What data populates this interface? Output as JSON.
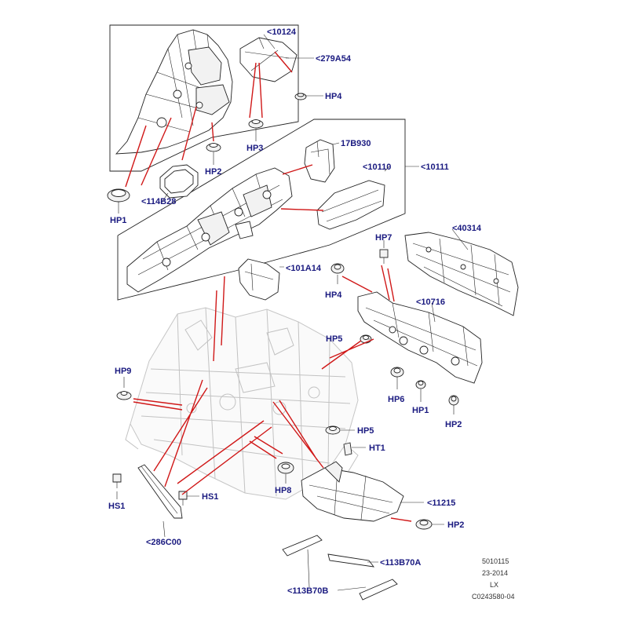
{
  "colors": {
    "label": "#1a1a80",
    "callout_line": "#d01818",
    "ghost_body": "#c2c2c2",
    "part_outline": "#222222"
  },
  "labels": {
    "p10124": "<10124",
    "p279A54": "<279A54",
    "hp4_top": "HP4",
    "hp3": "HP3",
    "hp2_top": "HP2",
    "p114B28": "<114B28",
    "hp1_top": "HP1",
    "p17B930": "17B930",
    "p10110": "<10110",
    "p10111": "<10111",
    "hp7": "HP7",
    "p40314": "<40314",
    "p101A14": "<101A14",
    "hp4_mid": "HP4",
    "p10716": "<10716",
    "hp5_mid": "HP5",
    "hp9": "HP9",
    "hp6": "HP6",
    "hp1_mid": "HP1",
    "hp2_mid": "HP2",
    "hp5_low": "HP5",
    "ht1": "HT1",
    "hs1_left": "HS1",
    "hs1_right": "HS1",
    "hp8": "HP8",
    "p11215": "<11215",
    "hp2_low": "HP2",
    "p286C00": "<286C00",
    "p113B70A": "<113B70A",
    "p113B70B": "<113B70B"
  },
  "footer": {
    "line1": "5010115",
    "line2": "23-2014",
    "line3": "LX",
    "line4": "C0243580-04"
  }
}
